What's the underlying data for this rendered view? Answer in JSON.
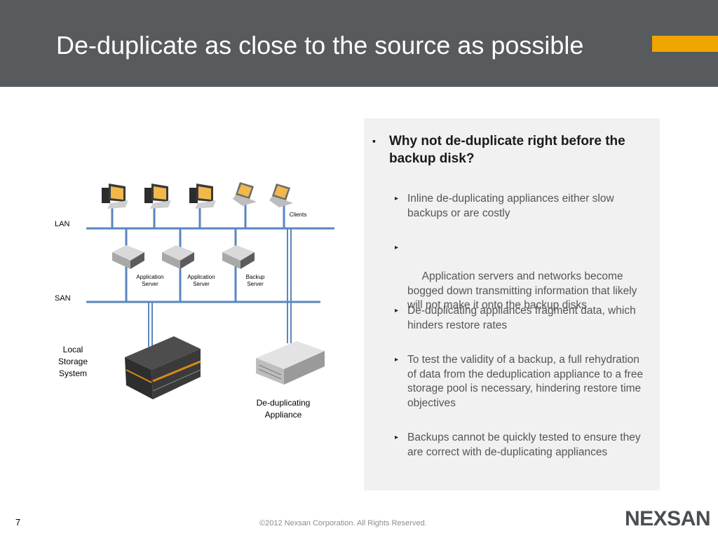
{
  "slide": {
    "title": "De-duplicate as close to the source as possible",
    "page_number": "7",
    "copyright": "©2012 Nexsan Corporation. All Rights Reserved.",
    "logo_text": "NEXSAN",
    "accent_color": "#f0a500",
    "header_color": "#575b5e"
  },
  "diagram": {
    "lan_label": "LAN",
    "san_label": "SAN",
    "clients_label": "Clients",
    "server1_label_line1": "Application",
    "server1_label_line2": "Server",
    "server2_label_line1": "Application",
    "server2_label_line2": "Server",
    "server3_label_line1": "Backup",
    "server3_label_line2": "Server",
    "local_storage_line1": "Local",
    "local_storage_line2": "Storage",
    "local_storage_line3": "System",
    "appliance_line1": "De-duplicating",
    "appliance_line2": "Appliance",
    "line_color": "#5a86bf"
  },
  "content": {
    "main_bullet": "Why not de-duplicate right before the backup disk?",
    "sub_bullets": [
      "Inline de-duplicating appliances either slow backups or are costly",
      " Application servers and networks become bogged down transmitting information that likely will not make it onto the backup disks",
      "De-duplicating appliances fragment data, which hinders restore rates",
      "To test the validity of a backup, a full rehydration of data from the deduplication appliance to a free storage pool is necessary, hindering restore time objectives",
      "Backups cannot be quickly tested to ensure they are correct with de-duplicating appliances"
    ]
  }
}
